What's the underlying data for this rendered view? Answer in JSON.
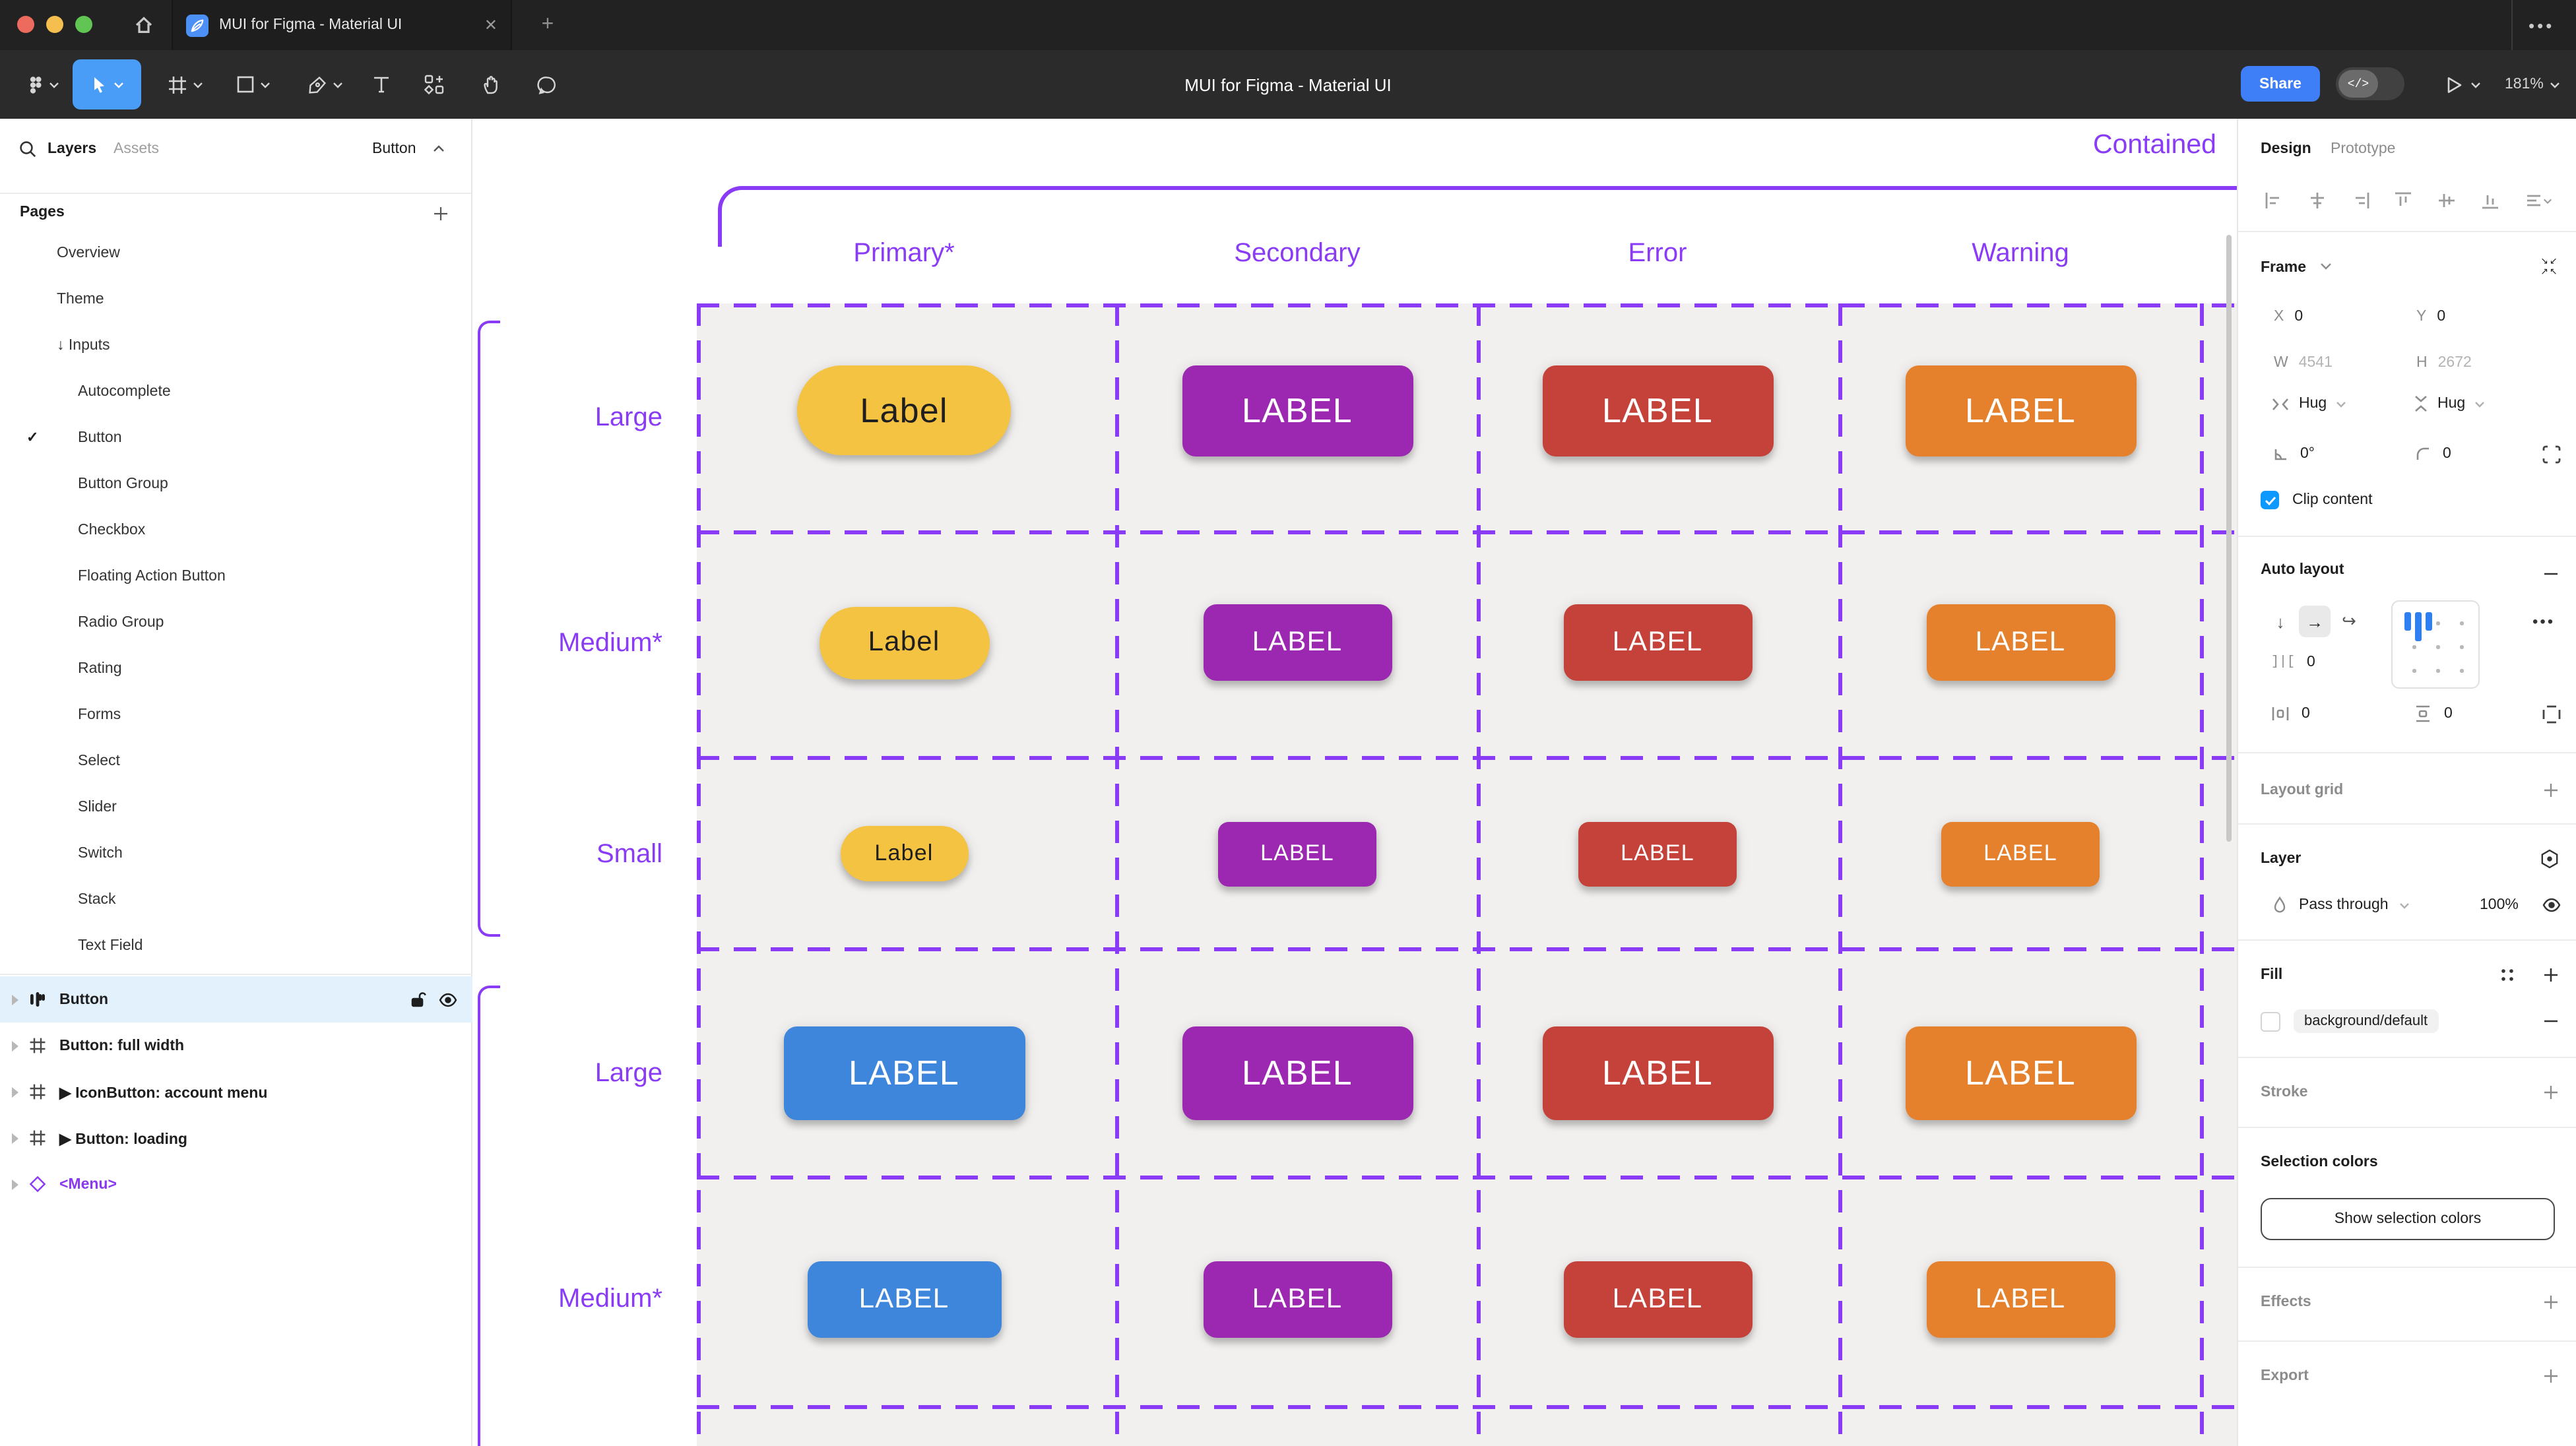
{
  "titlebar": {
    "tab_title": "MUI for Figma - Material UI",
    "close_glyph": "✕",
    "new_tab_glyph": "+",
    "kebab_glyph": "•••"
  },
  "toolbar": {
    "doc_title": "MUI for Figma - Material UI",
    "share_label": "Share",
    "devmode_glyph": "</>",
    "zoom_label": "181%"
  },
  "left_panel": {
    "layers_tab": "Layers",
    "assets_tab": "Assets",
    "selection_label": "Button",
    "pages_label": "Pages",
    "pages": [
      {
        "label": "Overview",
        "level": 1
      },
      {
        "label": "Theme",
        "level": 1
      },
      {
        "label": "Inputs",
        "level": 1,
        "prefix": "arrow-down"
      },
      {
        "label": "Autocomplete",
        "level": 2
      },
      {
        "label": "Button",
        "level": 2,
        "checked": true
      },
      {
        "label": "Button Group",
        "level": 2
      },
      {
        "label": "Checkbox",
        "level": 2
      },
      {
        "label": "Floating Action Button",
        "level": 2
      },
      {
        "label": "Radio Group",
        "level": 2
      },
      {
        "label": "Rating",
        "level": 2
      },
      {
        "label": "Forms",
        "level": 2
      },
      {
        "label": "Select",
        "level": 2
      },
      {
        "label": "Slider",
        "level": 2
      },
      {
        "label": "Switch",
        "level": 2
      },
      {
        "label": "Stack",
        "level": 2
      },
      {
        "label": "Text Field",
        "level": 2
      }
    ],
    "layers": [
      {
        "label": "Button",
        "icon": "auto-layout",
        "selected": true
      },
      {
        "label": "Button: full width",
        "icon": "frame"
      },
      {
        "label": "IconButton: account menu",
        "icon": "frame",
        "instance": true
      },
      {
        "label": "Button: loading",
        "icon": "frame",
        "instance": true
      },
      {
        "label": "<Menu>",
        "icon": "diamond",
        "purple": true
      }
    ]
  },
  "canvas": {
    "frame_title": "Contained",
    "columns": [
      "Primary*",
      "Secondary",
      "Error",
      "Warning"
    ],
    "row_labels": [
      "Large",
      "Medium*",
      "Small",
      "Large",
      "Medium*"
    ],
    "button_rows": [
      {
        "size": "large",
        "cells": [
          {
            "text": "Label",
            "color": "yellow",
            "w": 162,
            "h": 68,
            "fs": 26,
            "pill": true,
            "dark": true
          },
          {
            "text": "LABEL",
            "color": "purple",
            "w": 175,
            "h": 69,
            "fs": 26
          },
          {
            "text": "LABEL",
            "color": "red",
            "w": 175,
            "h": 69,
            "fs": 26
          },
          {
            "text": "LABEL",
            "color": "orange",
            "w": 175,
            "h": 69,
            "fs": 26
          }
        ]
      },
      {
        "size": "medium",
        "cells": [
          {
            "text": "Label",
            "color": "yellow",
            "w": 129,
            "h": 55,
            "fs": 21,
            "pill": true,
            "dark": true
          },
          {
            "text": "LABEL",
            "color": "purple",
            "w": 143,
            "h": 58,
            "fs": 21
          },
          {
            "text": "LABEL",
            "color": "red",
            "w": 143,
            "h": 58,
            "fs": 21
          },
          {
            "text": "LABEL",
            "color": "orange",
            "w": 143,
            "h": 58,
            "fs": 21
          }
        ]
      },
      {
        "size": "small",
        "cells": [
          {
            "text": "Label",
            "color": "yellow",
            "w": 97,
            "h": 42,
            "fs": 17,
            "pill": true,
            "dark": true
          },
          {
            "text": "LABEL",
            "color": "purple",
            "w": 120,
            "h": 49,
            "fs": 17
          },
          {
            "text": "LABEL",
            "color": "red",
            "w": 120,
            "h": 49,
            "fs": 17
          },
          {
            "text": "LABEL",
            "color": "orange",
            "w": 120,
            "h": 49,
            "fs": 17
          }
        ]
      },
      {
        "size": "large",
        "cells": [
          {
            "text": "LABEL",
            "color": "blue",
            "w": 183,
            "h": 71,
            "fs": 26
          },
          {
            "text": "LABEL",
            "color": "purple",
            "w": 175,
            "h": 71,
            "fs": 26
          },
          {
            "text": "LABEL",
            "color": "red",
            "w": 175,
            "h": 71,
            "fs": 26
          },
          {
            "text": "LABEL",
            "color": "orange",
            "w": 175,
            "h": 71,
            "fs": 26
          }
        ]
      },
      {
        "size": "medium",
        "cells": [
          {
            "text": "LABEL",
            "color": "blue",
            "w": 147,
            "h": 58,
            "fs": 21
          },
          {
            "text": "LABEL",
            "color": "purple",
            "w": 143,
            "h": 58,
            "fs": 21
          },
          {
            "text": "LABEL",
            "color": "red",
            "w": 143,
            "h": 58,
            "fs": 21
          },
          {
            "text": "LABEL",
            "color": "orange",
            "w": 143,
            "h": 58,
            "fs": 21
          }
        ]
      }
    ]
  },
  "colors": {
    "canvas_purple": "#8A3BF6",
    "yellow": "#F5C342",
    "purple": "#9C28B1",
    "red": "#C4423A",
    "orange": "#E5812D",
    "blue": "#3E86DC",
    "figma_tool_blue": "#4A9DF7",
    "share_blue": "#3E7EF7",
    "checkbox_blue": "#0D99FF"
  },
  "right_panel": {
    "design_tab": "Design",
    "prototype_tab": "Prototype",
    "frame_label": "Frame",
    "x_label": "X",
    "x_value": "0",
    "y_label": "Y",
    "y_value": "0",
    "w_label": "W",
    "w_value": "4541",
    "h_label": "H",
    "h_value": "2672",
    "hug_h": "Hug",
    "hug_v": "Hug",
    "rotation_value": "0°",
    "radius_value": "0",
    "clip_label": "Clip content",
    "auto_layout_label": "Auto layout",
    "gap_value": "0",
    "pad_h_value": "0",
    "pad_v_value": "0",
    "layout_grid_label": "Layout grid",
    "layer_label": "Layer",
    "blend_label": "Pass through",
    "opacity_value": "100%",
    "fill_label": "Fill",
    "fill_chip": "background/default",
    "stroke_label": "Stroke",
    "selection_colors_label": "Selection colors",
    "show_selection_label": "Show selection colors",
    "effects_label": "Effects",
    "export_label": "Export"
  }
}
